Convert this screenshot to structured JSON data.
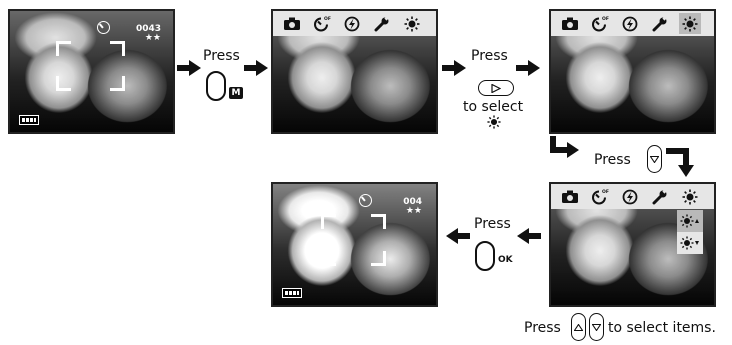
{
  "steps": {
    "press_label": "Press",
    "mode_key_label": "M",
    "to_select_label": "to select",
    "ok_key_label": "OK",
    "select_items_suffix": "to select items."
  },
  "viewfinder": {
    "shot_counter": "0043",
    "quality_stars": "★★"
  },
  "viewfinder_after": {
    "shot_counter": "004",
    "quality_stars": "★★"
  },
  "menu_icons": [
    "camera-icon",
    "self-timer-off-icon",
    "flash-icon",
    "wrench-icon",
    "brightness-icon"
  ],
  "self_timer_sub": "OFF",
  "brightness_submenu": [
    "brightness-up-icon",
    "brightness-down-icon"
  ],
  "colors": {
    "line": "#111111",
    "menubar": "#e6e6e6",
    "selected": "#b9b9b9"
  }
}
